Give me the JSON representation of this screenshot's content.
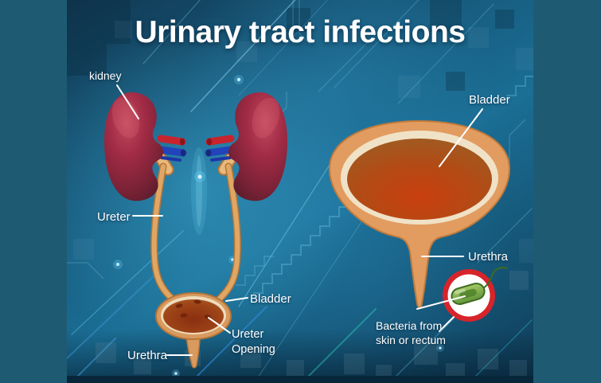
{
  "title": "Urinary tract infections",
  "anatomy_view": {
    "labels": {
      "kidney": "kidney",
      "ureter": "Ureter",
      "bladder": "Bladder",
      "ureter_opening": "Ureter Opening",
      "urethra": "Urethra"
    }
  },
  "bladder_view": {
    "labels": {
      "bladder": "Bladder",
      "urethra": "Urethra",
      "bacteria": "Bacteria from skin or rectum"
    }
  },
  "colors": {
    "side_bar": "#1e5b73",
    "background_center": "#1b6e95",
    "background_edge": "#0f3d58",
    "kidney_red": "#a12b45",
    "artery_red": "#c8242e",
    "vein_blue": "#2243bb",
    "ureter_tan": "#dfa763",
    "bladder_interior": "#9e4418",
    "magnifier_ring": "#d7242b",
    "bacteria_green": "#76a844",
    "label_text": "#ffffff"
  }
}
